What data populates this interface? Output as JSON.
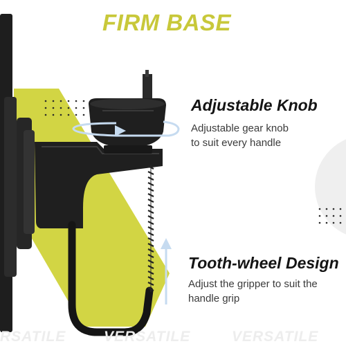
{
  "header": {
    "title": "FIRM BASE"
  },
  "features": [
    {
      "title": "Adjustable Knob",
      "description_lines": [
        "Adjustable gear knob",
        "to suit every handle"
      ],
      "icon": "rotate-arrow-icon"
    },
    {
      "title": "Tooth-wheel Design",
      "description_lines": [
        "Adjust the gripper to suit the",
        "handle grip"
      ],
      "icon": "up-arrow-icon"
    }
  ],
  "watermark": {
    "text": "VERSATILE"
  },
  "colors": {
    "accent": "#c8c83a",
    "yellow_band": "#d2d544",
    "product_dark": "#1c1c1c",
    "arrow_blue": "#bcd6ee",
    "text_dark": "#141414"
  }
}
